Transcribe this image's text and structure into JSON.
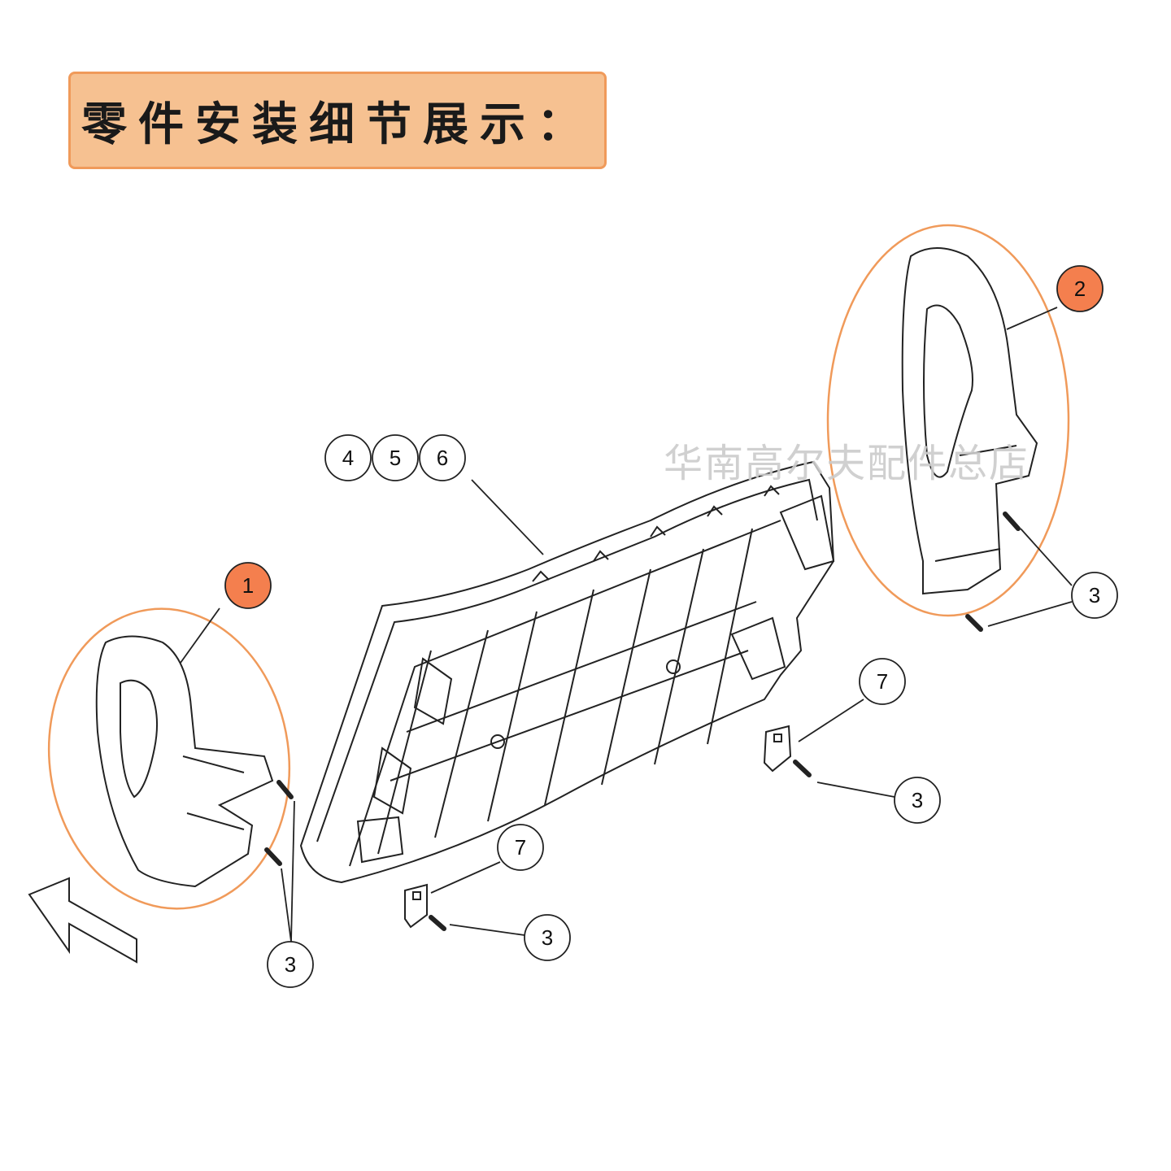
{
  "title": "零件安装细节展示：",
  "watermark": "华南高尔夫配件总店",
  "callouts": {
    "c1": "1",
    "c2": "2",
    "c3a": "3",
    "c3b": "3",
    "c3c": "3",
    "c3d": "3",
    "c4": "4",
    "c5": "5",
    "c6": "6",
    "c7a": "7",
    "c7b": "7"
  },
  "colors": {
    "highlight_fill": "#f47f4e",
    "highlight_outline": "#f09a5a",
    "title_bg": "#f6c191",
    "line": "#222222"
  }
}
